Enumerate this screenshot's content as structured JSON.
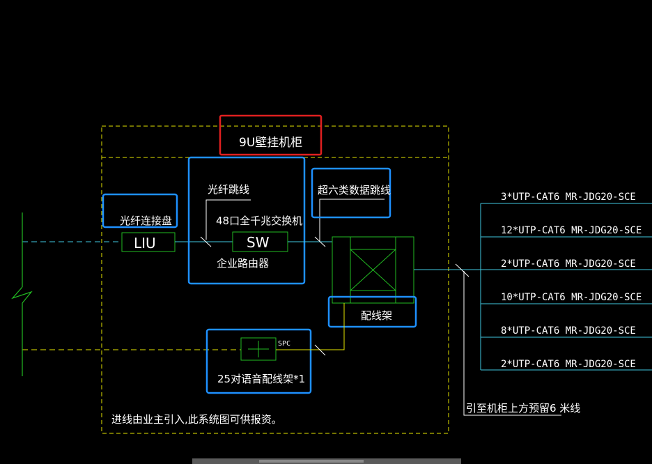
{
  "colors": {
    "background": "#000000",
    "enclosure": "#e6e600",
    "highlight_blue": "#1e90ff",
    "highlight_red": "#e02020",
    "device_green": "#22bb22",
    "cable_cyan": "#40c8e0",
    "text": "#ffffff"
  },
  "cabinet": {
    "title": "9U壁挂机柜"
  },
  "fiber_patch": {
    "label": "光纤跳线"
  },
  "liu": {
    "label": "光纤连接盘",
    "device": "LIU"
  },
  "switch": {
    "label": "48口全千兆交换机",
    "device": "SW",
    "router": "企业路由器"
  },
  "cat6_patch": {
    "label": "超六类数据跳线"
  },
  "patch_panel": {
    "label": "配线架"
  },
  "voice_panel": {
    "label": "25对语音配线架*1",
    "device": "SPC"
  },
  "note": {
    "text": "进线由业主引入,此系统图可供报资。"
  },
  "reserve": {
    "text": "引至机柜上方预留6 米线"
  },
  "cables": [
    "3*UTP-CAT6 MR-JDG20-SCE",
    "12*UTP-CAT6 MR-JDG20-SCE",
    "2*UTP-CAT6 MR-JDG20-SCE",
    "10*UTP-CAT6 MR-JDG20-SCE",
    "8*UTP-CAT6 MR-JDG20-SCE",
    "2*UTP-CAT6 MR-JDG20-SCE"
  ]
}
